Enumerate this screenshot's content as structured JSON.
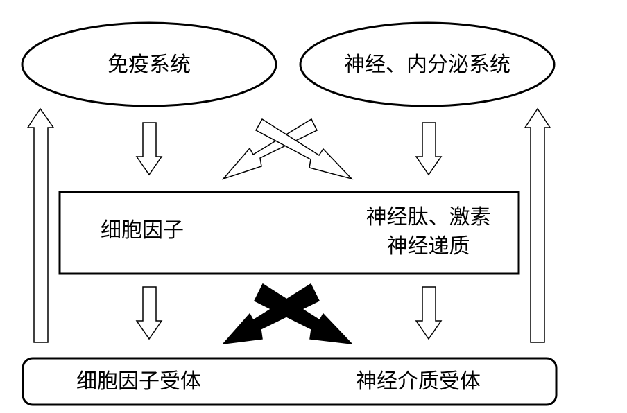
{
  "nodes": {
    "immune_system": "免疫系统",
    "neuro_endocrine_system": "神经、内分泌系统",
    "cytokines": "细胞因子",
    "neuropeptides_line1": "神经肽、激素",
    "neuropeptides_line2": "神经递质",
    "cytokine_receptor": "细胞因子受体",
    "neurotransmitter_receptor": "神经介质受体"
  },
  "edges": [
    {
      "from": "immune_system",
      "to": "cytokines",
      "style": "hollow"
    },
    {
      "from": "neuro_endocrine_system",
      "to": "neuropeptides",
      "style": "hollow"
    },
    {
      "from": "immune_system",
      "to": "neuropeptides",
      "style": "hollow-cross"
    },
    {
      "from": "neuro_endocrine_system",
      "to": "cytokines",
      "style": "hollow-cross"
    },
    {
      "from": "cytokines",
      "to": "cytokine_receptor",
      "style": "hollow"
    },
    {
      "from": "neuropeptides",
      "to": "neurotransmitter_receptor",
      "style": "hollow"
    },
    {
      "from": "cytokines",
      "to": "neurotransmitter_receptor",
      "style": "filled-cross"
    },
    {
      "from": "neuropeptides",
      "to": "cytokine_receptor",
      "style": "filled-cross"
    },
    {
      "from": "receptors",
      "to": "immune_system",
      "style": "hollow-feedback"
    },
    {
      "from": "receptors",
      "to": "neuro_endocrine_system",
      "style": "hollow-feedback"
    }
  ],
  "colors": {
    "stroke": "#000000",
    "fill": "#ffffff"
  }
}
